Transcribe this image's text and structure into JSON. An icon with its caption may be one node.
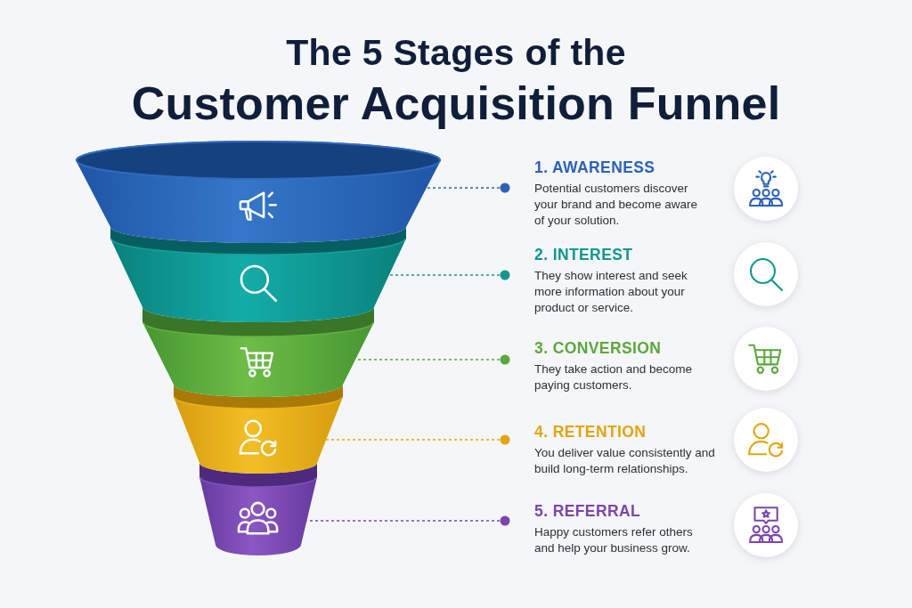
{
  "diagram": {
    "title": "The 5 Stages of the Customer Acquisition Funnel",
    "nodes": [
      {
        "text": [],
        "shape": "band"
      },
      {
        "text": [
          "1. AWARENESS",
          "Potential customers discover your brand and become aware of your solution."
        ]
      },
      {
        "text": [],
        "shape": "band"
      },
      {
        "text": [
          "2. INTEREST",
          "They show interest and seek more information about your product or service."
        ]
      },
      {
        "text": [],
        "shape": "band"
      },
      {
        "text": [
          "3. CONVERSION",
          "They take action and become paying customers."
        ]
      },
      {
        "text": [],
        "shape": "band"
      },
      {
        "text": [
          "4. RETENTION",
          "You deliver value consistently and build long-term relationships."
        ]
      },
      {
        "text": [],
        "shape": "band"
      },
      {
        "text": [
          "5. REFERRAL",
          "Happy customers refer others and help your business grow."
        ]
      }
    ],
    "edges": [
      {
        "from": 1,
        "to": 0,
        "arrow": "other",
        "style": "dashed",
        "color": "#2a62b8"
      },
      {
        "from": 3,
        "to": 2,
        "arrow": "other",
        "style": "dashed",
        "color": "#12968f"
      },
      {
        "from": 5,
        "to": 4,
        "arrow": "other",
        "style": "dashed",
        "color": "#5aa83c"
      },
      {
        "from": 7,
        "to": 6,
        "arrow": "other",
        "style": "dashed",
        "color": "#e2a50f"
      },
      {
        "from": 9,
        "to": 8,
        "arrow": "other",
        "style": "dashed",
        "color": "#7b45ae"
      }
    ]
  }
}
